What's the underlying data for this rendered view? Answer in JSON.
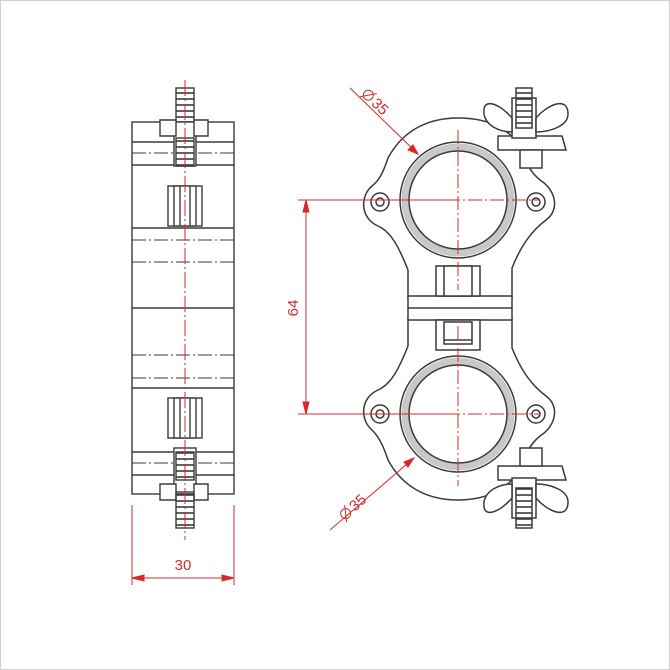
{
  "drawing": {
    "width_dim": "30",
    "height_dim": "64",
    "diameter_top": "35",
    "diameter_bottom": "35",
    "dim_color": "#d42a2a",
    "line_color": "#3a3a3a",
    "ring_fill": "#c8c8c8"
  }
}
